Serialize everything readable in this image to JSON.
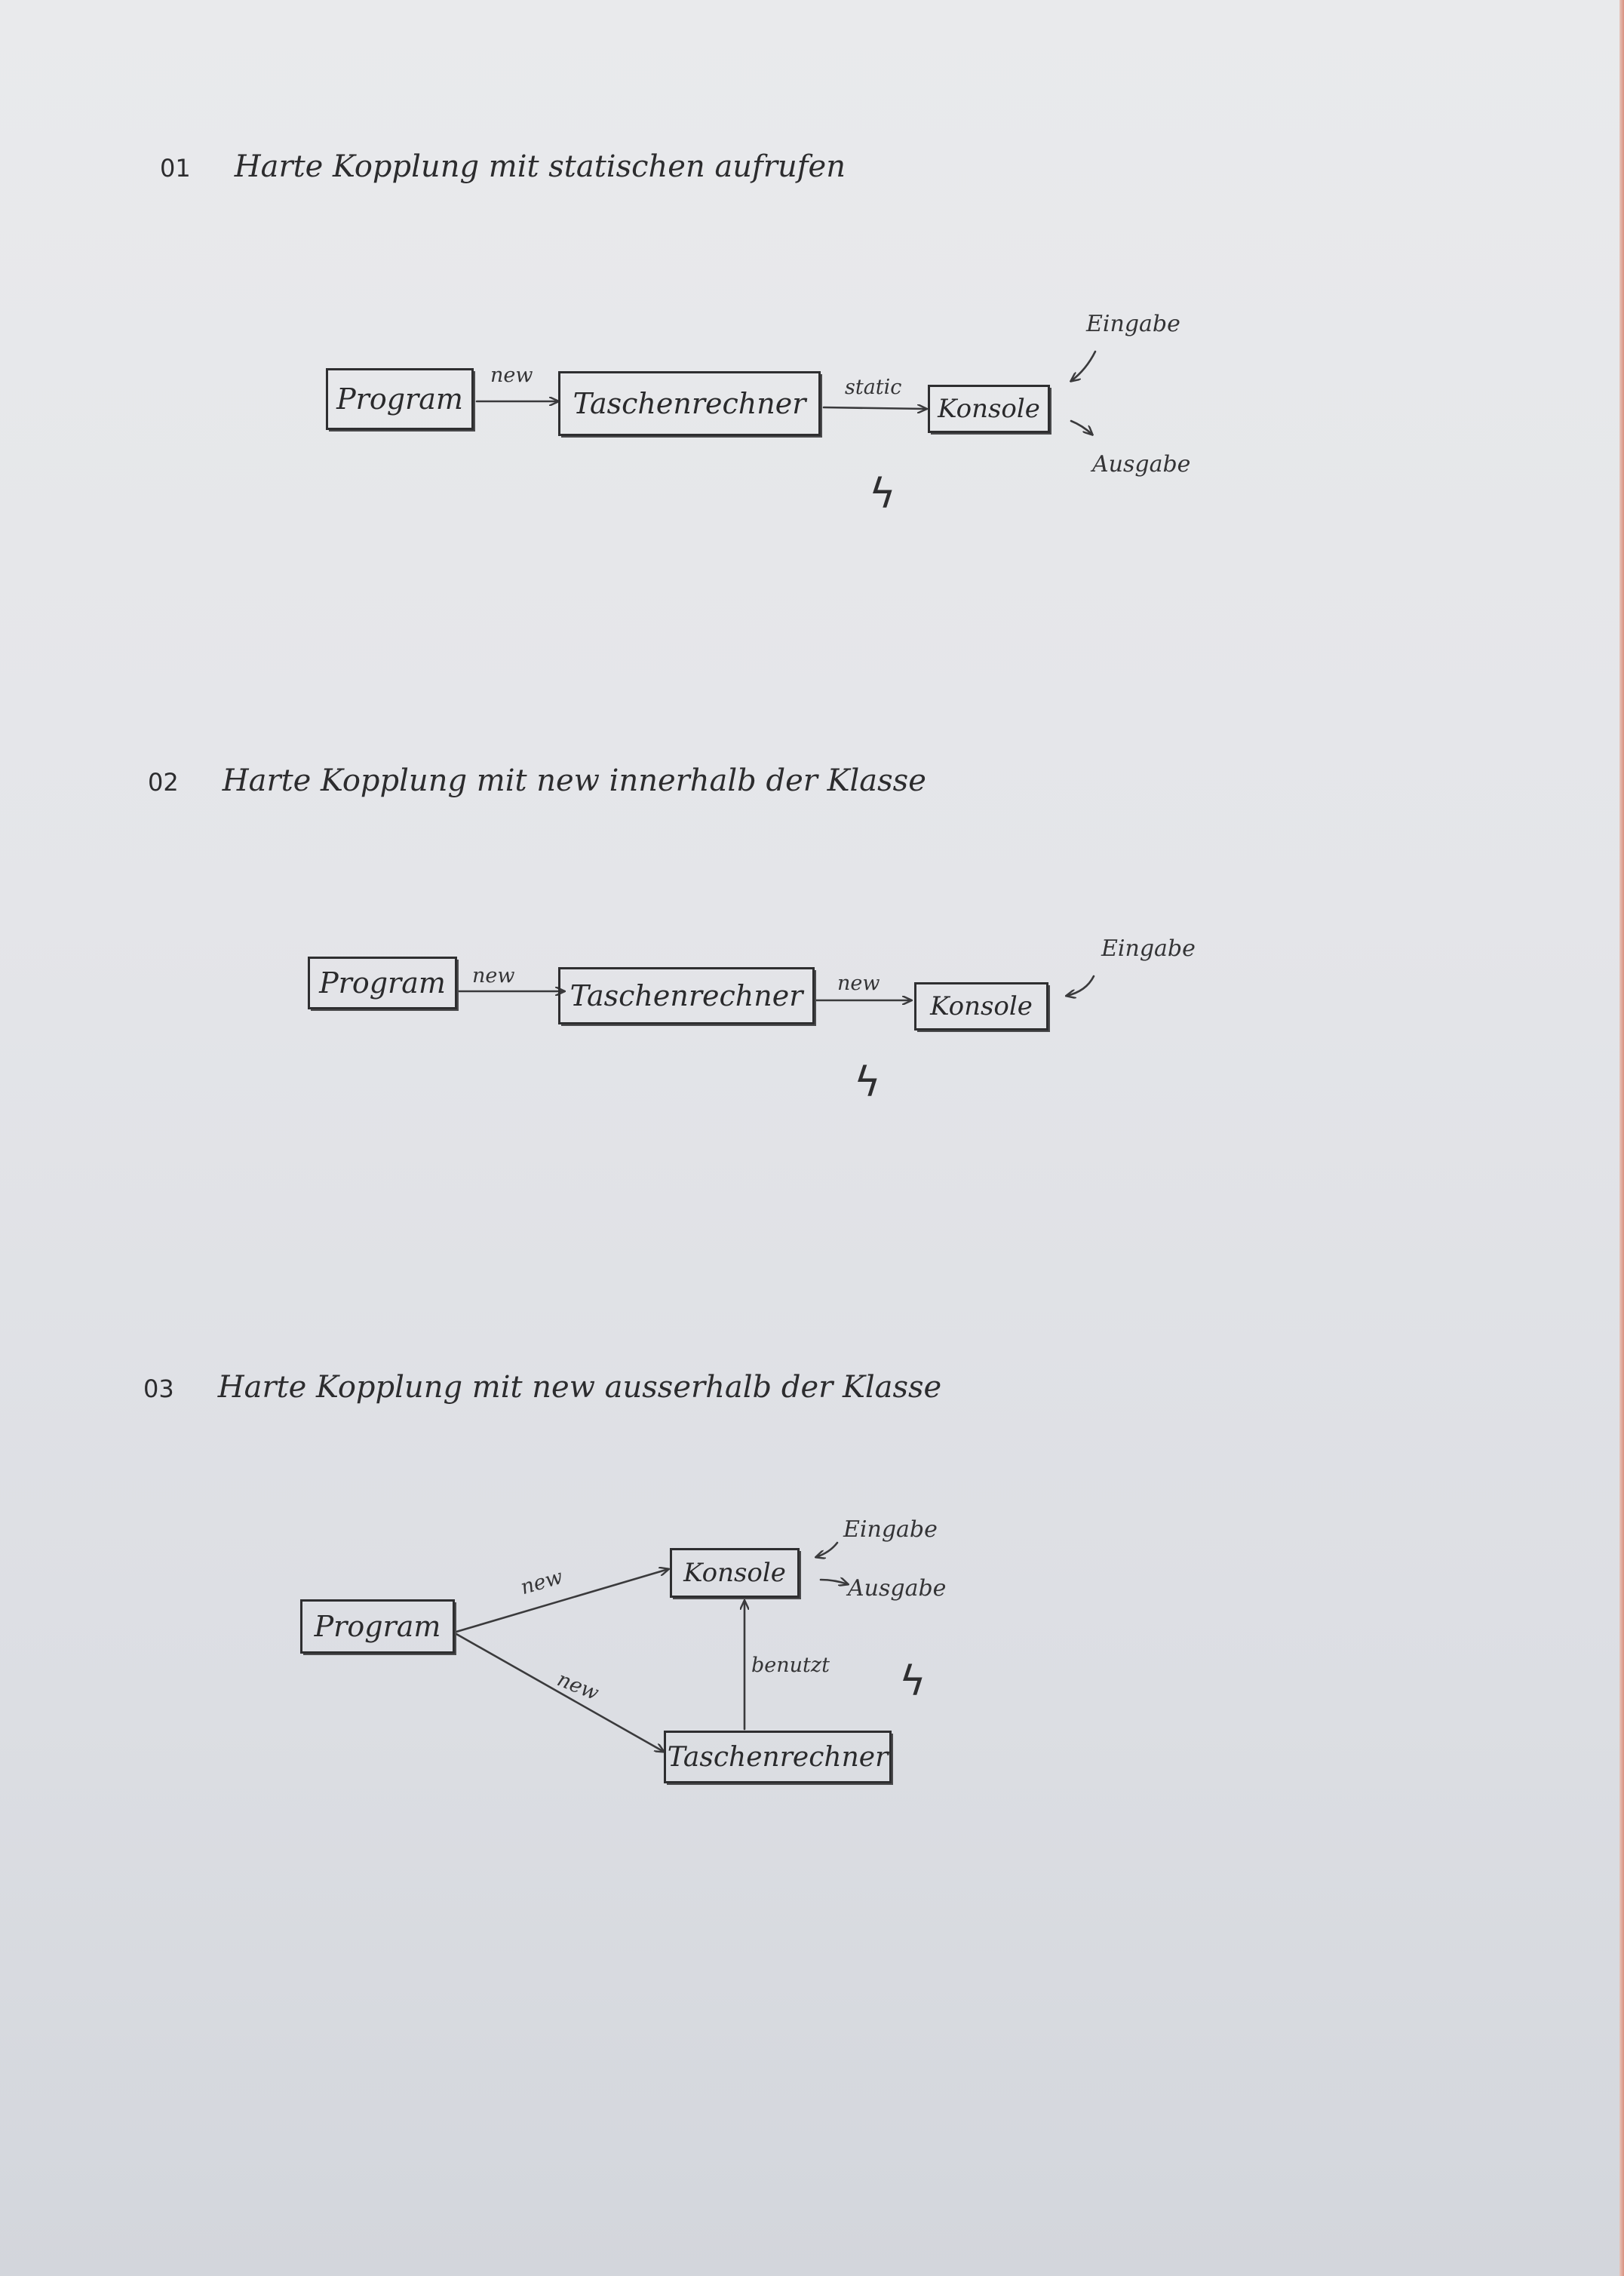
{
  "sections": [
    {
      "number": "01",
      "title": "Harte Kopplung mit statischen aufrufen",
      "nodes": {
        "program": "Program",
        "taschenrechner": "Taschenrechner",
        "konsole": "Konsole"
      },
      "edges": {
        "program_to_taschenrechner": "new",
        "taschenrechner_to_konsole": "static"
      },
      "annotations": {
        "eingabe": "Eingabe",
        "ausgabe": "Ausgabe"
      },
      "lightning_symbol": "ϟ"
    },
    {
      "number": "02",
      "title": "Harte Kopplung mit new innerhalb der Klasse",
      "nodes": {
        "program": "Program",
        "taschenrechner": "Taschenrechner",
        "konsole": "Konsole"
      },
      "edges": {
        "program_to_taschenrechner": "new",
        "taschenrechner_to_konsole": "new"
      },
      "annotations": {
        "eingabe": "Eingabe"
      },
      "lightning_symbol": "ϟ"
    },
    {
      "number": "03",
      "title": "Harte Kopplung mit new ausserhalb der Klasse",
      "nodes": {
        "program": "Program",
        "konsole": "Konsole",
        "taschenrechner": "Taschenrechner"
      },
      "edges": {
        "program_to_konsole": "new",
        "program_to_taschenrechner": "new",
        "taschenrechner_to_konsole": "benutzt"
      },
      "annotations": {
        "eingabe": "Eingabe",
        "ausgabe": "Ausgabe"
      },
      "lightning_symbol": "ϟ"
    }
  ],
  "colors": {
    "paper": "#e4e5e9",
    "ink": "#2e2e30"
  }
}
